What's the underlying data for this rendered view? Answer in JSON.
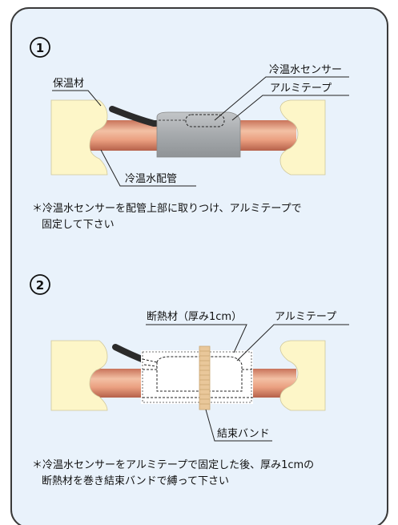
{
  "steps": [
    {
      "number": "①",
      "labels": {
        "insulation": "保温材",
        "sensor": "冷温水センサー",
        "tape": "アルミテープ",
        "pipe": "冷温水配管"
      },
      "note_line1": "＊冷温水センサーを配管上部に取りつけ、アルミテープで",
      "note_line2": "固定して下さい"
    },
    {
      "number": "②",
      "labels": {
        "insulation": "断熱材（厚み1cm）",
        "tape": "アルミテープ",
        "band": "結束バンド"
      },
      "note_line1": "＊冷温水センサーをアルミテープで固定した後、厚み1cmの",
      "note_line2": "断熱材を巻き結束バンドで縛って下さい"
    }
  ],
  "colors": {
    "panel_bg": "#e9f2fb",
    "panel_border": "#3a3a3a",
    "insulation": "#fdf6c8",
    "pipe_light": "#f0b496",
    "pipe_dark": "#c9735a",
    "tape": "#a4a8ab",
    "sensor_cable": "#2b2b2b",
    "band": "#e9c79a"
  }
}
